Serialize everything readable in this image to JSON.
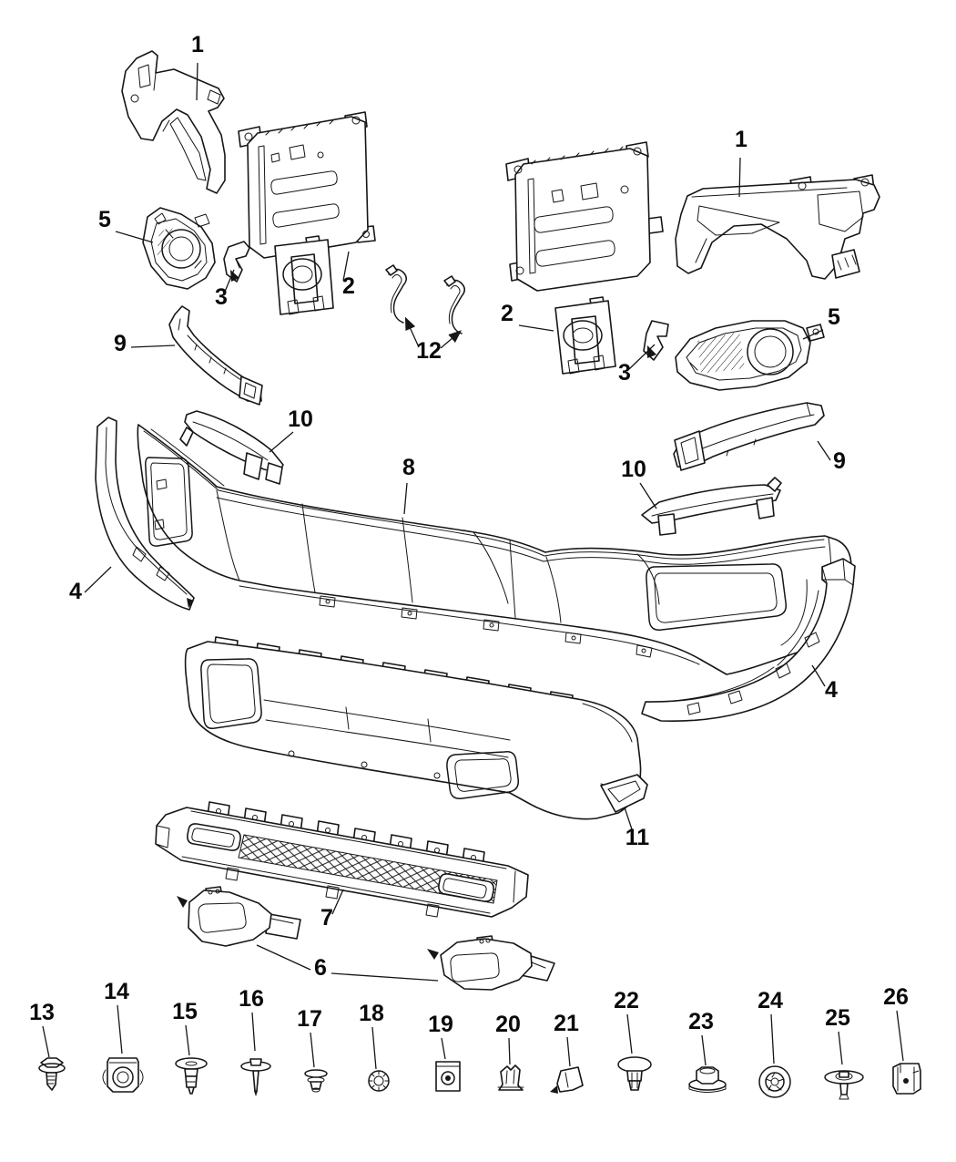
{
  "diagram": {
    "colors": {
      "background": "#ffffff",
      "line_art": "#161616",
      "labels": "#0a0a0a"
    },
    "callouts": [
      {
        "id": "part-1-left",
        "label": "1"
      },
      {
        "id": "part-1-right",
        "label": "1"
      },
      {
        "id": "part-5-left",
        "label": "5"
      },
      {
        "id": "part-3-left",
        "label": "3"
      },
      {
        "id": "part-2-left",
        "label": "2"
      },
      {
        "id": "part-12",
        "label": "12"
      },
      {
        "id": "part-2-right",
        "label": "2"
      },
      {
        "id": "part-3-right",
        "label": "3"
      },
      {
        "id": "part-5-right",
        "label": "5"
      },
      {
        "id": "part-9-left",
        "label": "9"
      },
      {
        "id": "part-9-right",
        "label": "9"
      },
      {
        "id": "part-10-left",
        "label": "10"
      },
      {
        "id": "part-10-right",
        "label": "10"
      },
      {
        "id": "part-8",
        "label": "8"
      },
      {
        "id": "part-4-left",
        "label": "4"
      },
      {
        "id": "part-4-right",
        "label": "4"
      },
      {
        "id": "part-11",
        "label": "11"
      },
      {
        "id": "part-7",
        "label": "7"
      },
      {
        "id": "part-6",
        "label": "6"
      },
      {
        "id": "part-13",
        "label": "13"
      },
      {
        "id": "part-14",
        "label": "14"
      },
      {
        "id": "part-15",
        "label": "15"
      },
      {
        "id": "part-16",
        "label": "16"
      },
      {
        "id": "part-17",
        "label": "17"
      },
      {
        "id": "part-18",
        "label": "18"
      },
      {
        "id": "part-19",
        "label": "19"
      },
      {
        "id": "part-20",
        "label": "20"
      },
      {
        "id": "part-21",
        "label": "21"
      },
      {
        "id": "part-22",
        "label": "22"
      },
      {
        "id": "part-23",
        "label": "23"
      },
      {
        "id": "part-24",
        "label": "24"
      },
      {
        "id": "part-25",
        "label": "25"
      },
      {
        "id": "part-26",
        "label": "26"
      }
    ]
  }
}
